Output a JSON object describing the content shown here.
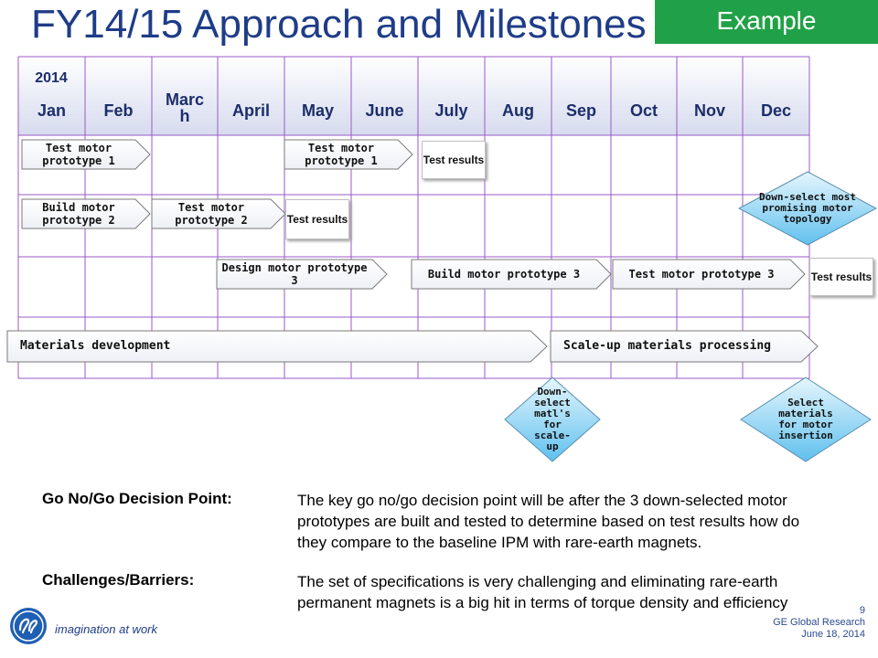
{
  "header": {
    "title": "FY14/15 Approach and Milestones",
    "badge": "Example"
  },
  "timeline": {
    "year": "2014",
    "months": [
      "Jan",
      "Feb",
      "Marc h",
      "April",
      "May",
      "June",
      "July",
      "Aug",
      "Sep",
      "Oct",
      "Nov",
      "Dec"
    ]
  },
  "tasks": [
    "Test motor prototype 1",
    "Test motor prototype 1",
    "Build motor prototype 2",
    "Test motor prototype 2",
    "Design motor prototype 3",
    "Build motor prototype 3",
    "Test motor prototype 3",
    "Materials development",
    "Scale-up materials processing"
  ],
  "results": [
    "Test results",
    "Test results",
    "Test results"
  ],
  "decisions": [
    "Down-select most promising motor topology",
    "Down-select matl's for scale-up",
    "Select materials for motor insertion"
  ],
  "notes": {
    "go_label": "Go No/Go Decision Point:",
    "go_text": "The key go no/go decision point will be after the 3 down-selected motor prototypes are built and tested to determine based on test results how do they compare to the baseline IPM with rare-earth magnets.",
    "challenges_label": "Challenges/Barriers:",
    "challenges_text": "The set of specifications is very challenging and eliminating rare-earth permanent magnets is a big hit in terms of torque density and efficiency"
  },
  "footer": {
    "tagline": "imagination at work",
    "page_number": "9",
    "org": "GE Global Research",
    "date": "June 18, 2014"
  },
  "colors": {
    "title": "#1f3c88",
    "badge": "#21a147",
    "grid_lines": "#9b59c9",
    "header_fill": "#e4e7f3",
    "decision_fill": "#6ec6f0"
  },
  "icons": {
    "logo": "ge-monogram-logo"
  }
}
